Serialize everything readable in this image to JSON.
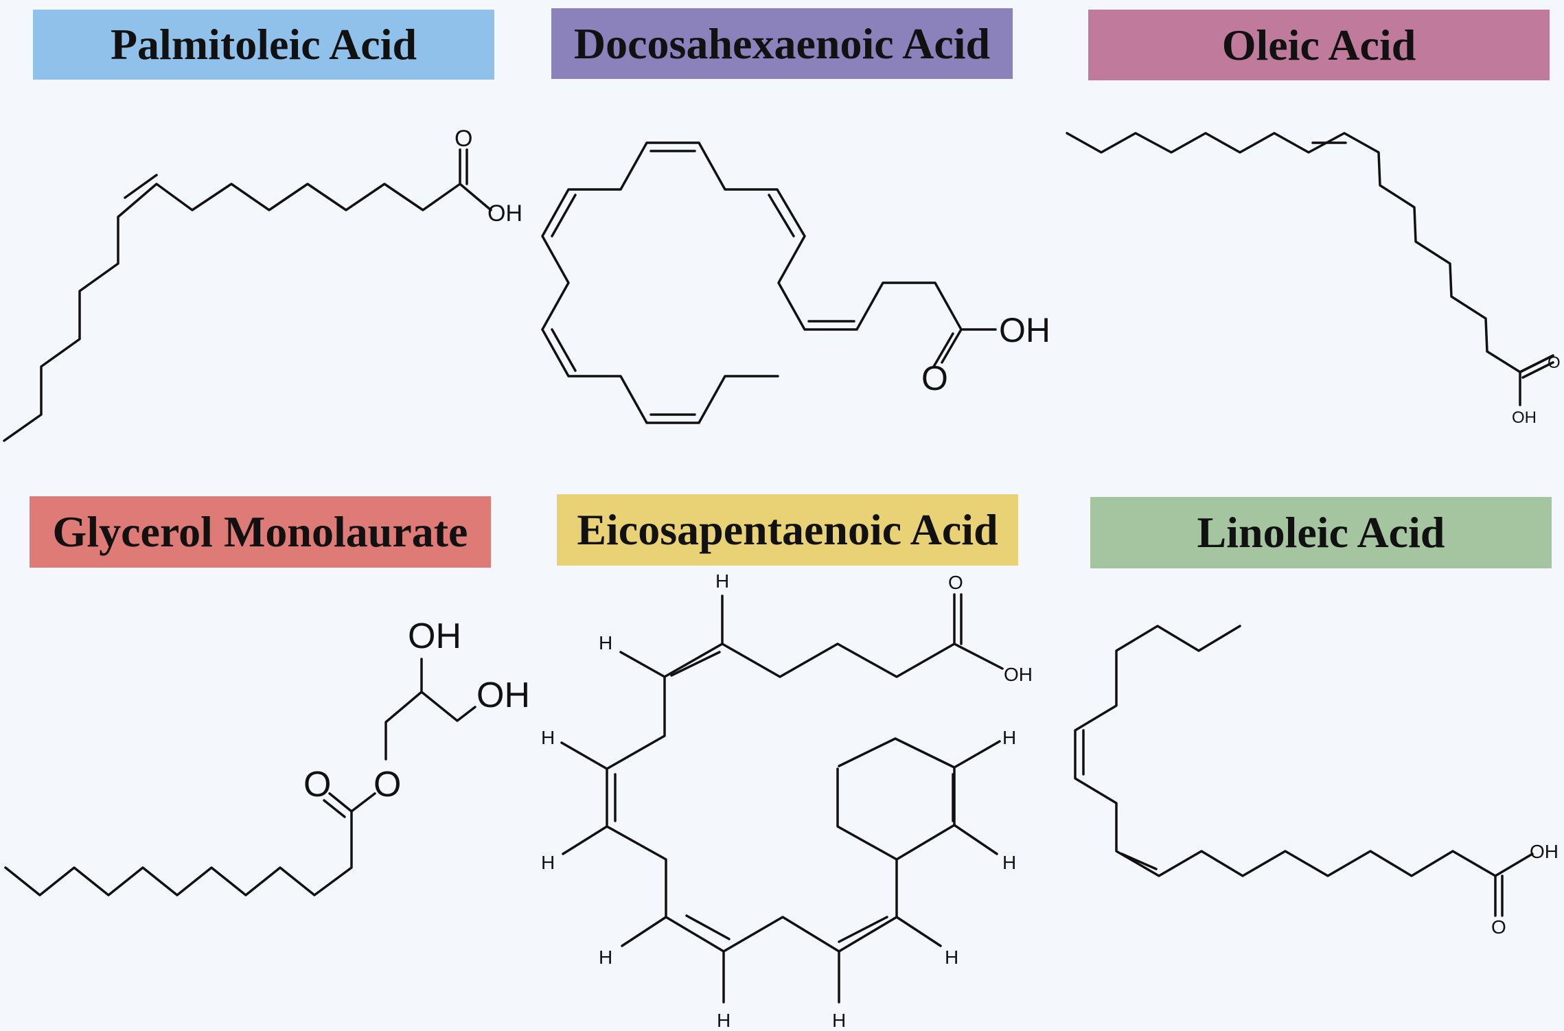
{
  "panels": [
    {
      "name": "Palmitoleic Acid",
      "color": "#8fc1ea"
    },
    {
      "name": "Docosahexaenoic Acid",
      "color": "#8b82bb"
    },
    {
      "name": "Oleic Acid",
      "color": "#c07a9c"
    },
    {
      "name": "Glycerol Monolaurate",
      "color": "#df7b76"
    },
    {
      "name": "Eicosapentaenoic Acid",
      "color": "#e9d275"
    },
    {
      "name": "Linoleic Acid",
      "color": "#a5c4a0"
    }
  ],
  "atom_labels": {
    "O": "O",
    "OH": "OH",
    "H": "H"
  }
}
